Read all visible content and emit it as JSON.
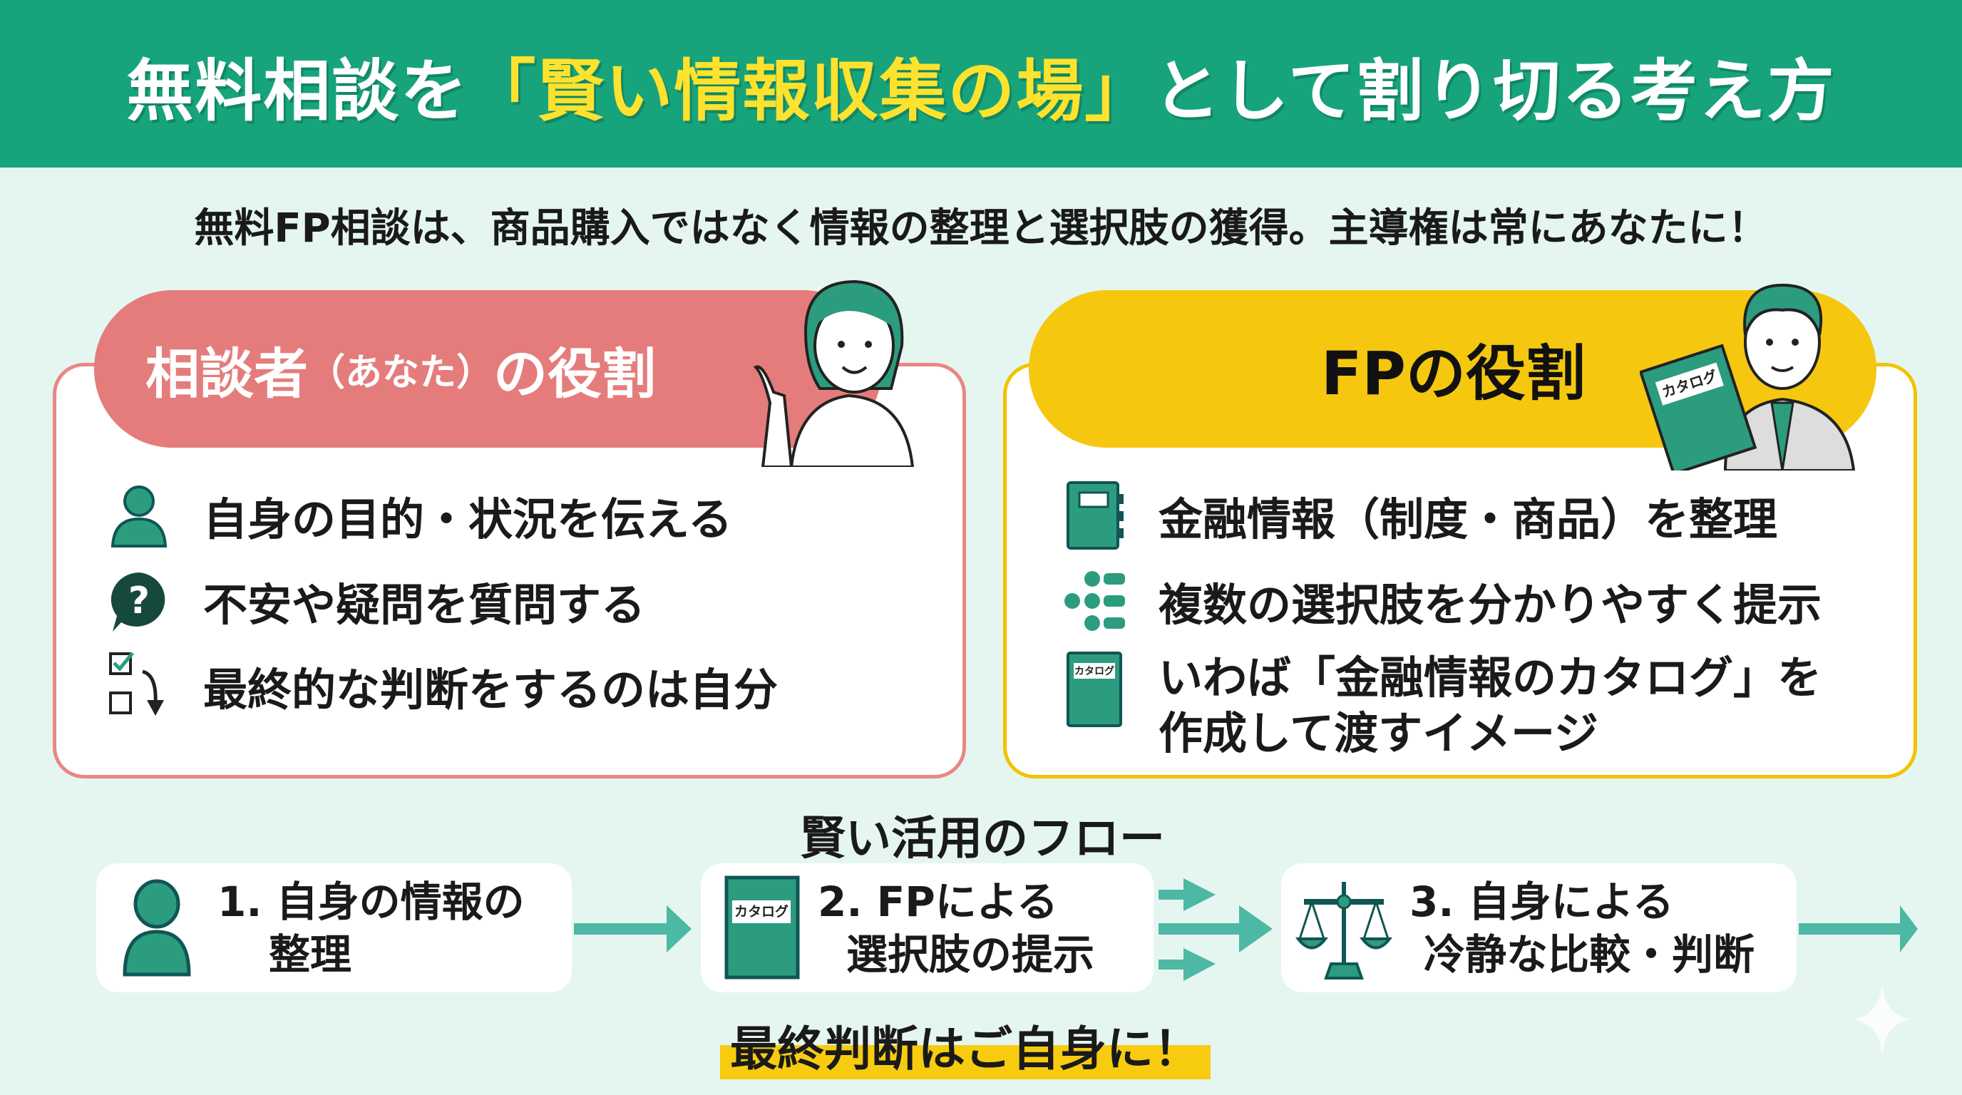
{
  "header": {
    "title_pre": "無料相談を",
    "title_highlight": "「賢い情報収集の場」",
    "title_post": "として割り切る考え方"
  },
  "subtitle": "無料FP相談は、商品購入ではなく情報の整理と選択肢の獲得。主導権は常にあなたに！",
  "client_role": {
    "title_a": "相談者",
    "title_b": "（あなた）",
    "title_c": "の役割",
    "items": [
      {
        "icon": "person-icon",
        "label": "自身の目的・状況を伝える"
      },
      {
        "icon": "question-icon",
        "label": "不安や疑問を質問する"
      },
      {
        "icon": "checklist-icon",
        "label": "最終的な判断をするのは自分"
      }
    ]
  },
  "fp_role": {
    "title": "FPの役割",
    "book_label": "カタログ",
    "items": [
      {
        "icon": "binder-icon",
        "label": "金融情報（制度・商品）を整理"
      },
      {
        "icon": "options-icon",
        "label": "複数の選択肢を分かりやすく提示"
      },
      {
        "icon": "catalog-icon",
        "label": "いわば「金融情報のカタログ」を",
        "label2": "作成して渡すイメージ"
      }
    ]
  },
  "flow": {
    "title": "賢い活用のフロー",
    "steps": [
      {
        "icon": "person-icon",
        "line1": "1. 自身の情報の",
        "line2": "整理"
      },
      {
        "icon": "catalog-icon",
        "line1": "2. FPによる",
        "line2": "選択肢の提示",
        "book_label": "カタログ"
      },
      {
        "icon": "scale-icon",
        "line1": "3. 自身による",
        "line2": "冷静な比較・判断"
      }
    ],
    "final": "最終判断はご自身に！"
  },
  "colors": {
    "green": "#17a47c",
    "pink": "#e57c7c",
    "yellow": "#f5c70f",
    "teal": "#2c9c7e",
    "arrow": "#4db8a3"
  }
}
